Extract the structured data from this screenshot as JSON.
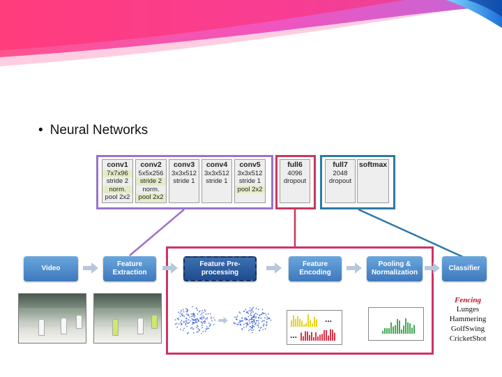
{
  "bullet": {
    "marker": "•",
    "text": "Neural Networks"
  },
  "layers": [
    {
      "title": "conv1",
      "lines": [
        "7x7x96",
        "stride 2",
        "norm.",
        "pool 2x2"
      ]
    },
    {
      "title": "conv2",
      "lines": [
        "5x5x256",
        "stride 2",
        "norm.",
        "pool 2x2"
      ]
    },
    {
      "title": "conv3",
      "lines": [
        "3x3x512",
        "stride 1"
      ]
    },
    {
      "title": "conv4",
      "lines": [
        "3x3x512",
        "stride 1"
      ]
    },
    {
      "title": "conv5",
      "lines": [
        "3x3x512",
        "stride 1",
        "pool 2x2"
      ]
    },
    {
      "title": "full6",
      "lines": [
        "4096",
        "dropout"
      ]
    },
    {
      "title": "full7",
      "lines": [
        "2048",
        "dropout"
      ]
    },
    {
      "title": "softmax",
      "lines": []
    }
  ],
  "pipeline": [
    {
      "label": "Video"
    },
    {
      "label": "Feature Extraction"
    },
    {
      "label": "Feature Pre-processing"
    },
    {
      "label": "Feature Encoding"
    },
    {
      "label": "Pooling & Normalization"
    },
    {
      "label": "Classifier"
    }
  ],
  "classes": [
    "Fencing",
    "Lunges",
    "Hammering",
    "GolfSwing",
    "CricketShot"
  ],
  "ellipsis": [
    "...",
    "..."
  ],
  "colors": {
    "conv_group": "#9a73c9",
    "full6_group": "#c8385a",
    "full7_group": "#2d7aa6",
    "pipeline_group": "#cc3366",
    "step_blue": "#4a88cc",
    "hist_yellow": "#e8d31a",
    "hist_red": "#d9354a",
    "hist_green": "#3faa52",
    "scatter_blue": "#2a4fcf"
  },
  "icons": [
    "right-arrow-icon",
    "video-frame-icon",
    "scatter-plot-icon",
    "histogram-icon"
  ]
}
